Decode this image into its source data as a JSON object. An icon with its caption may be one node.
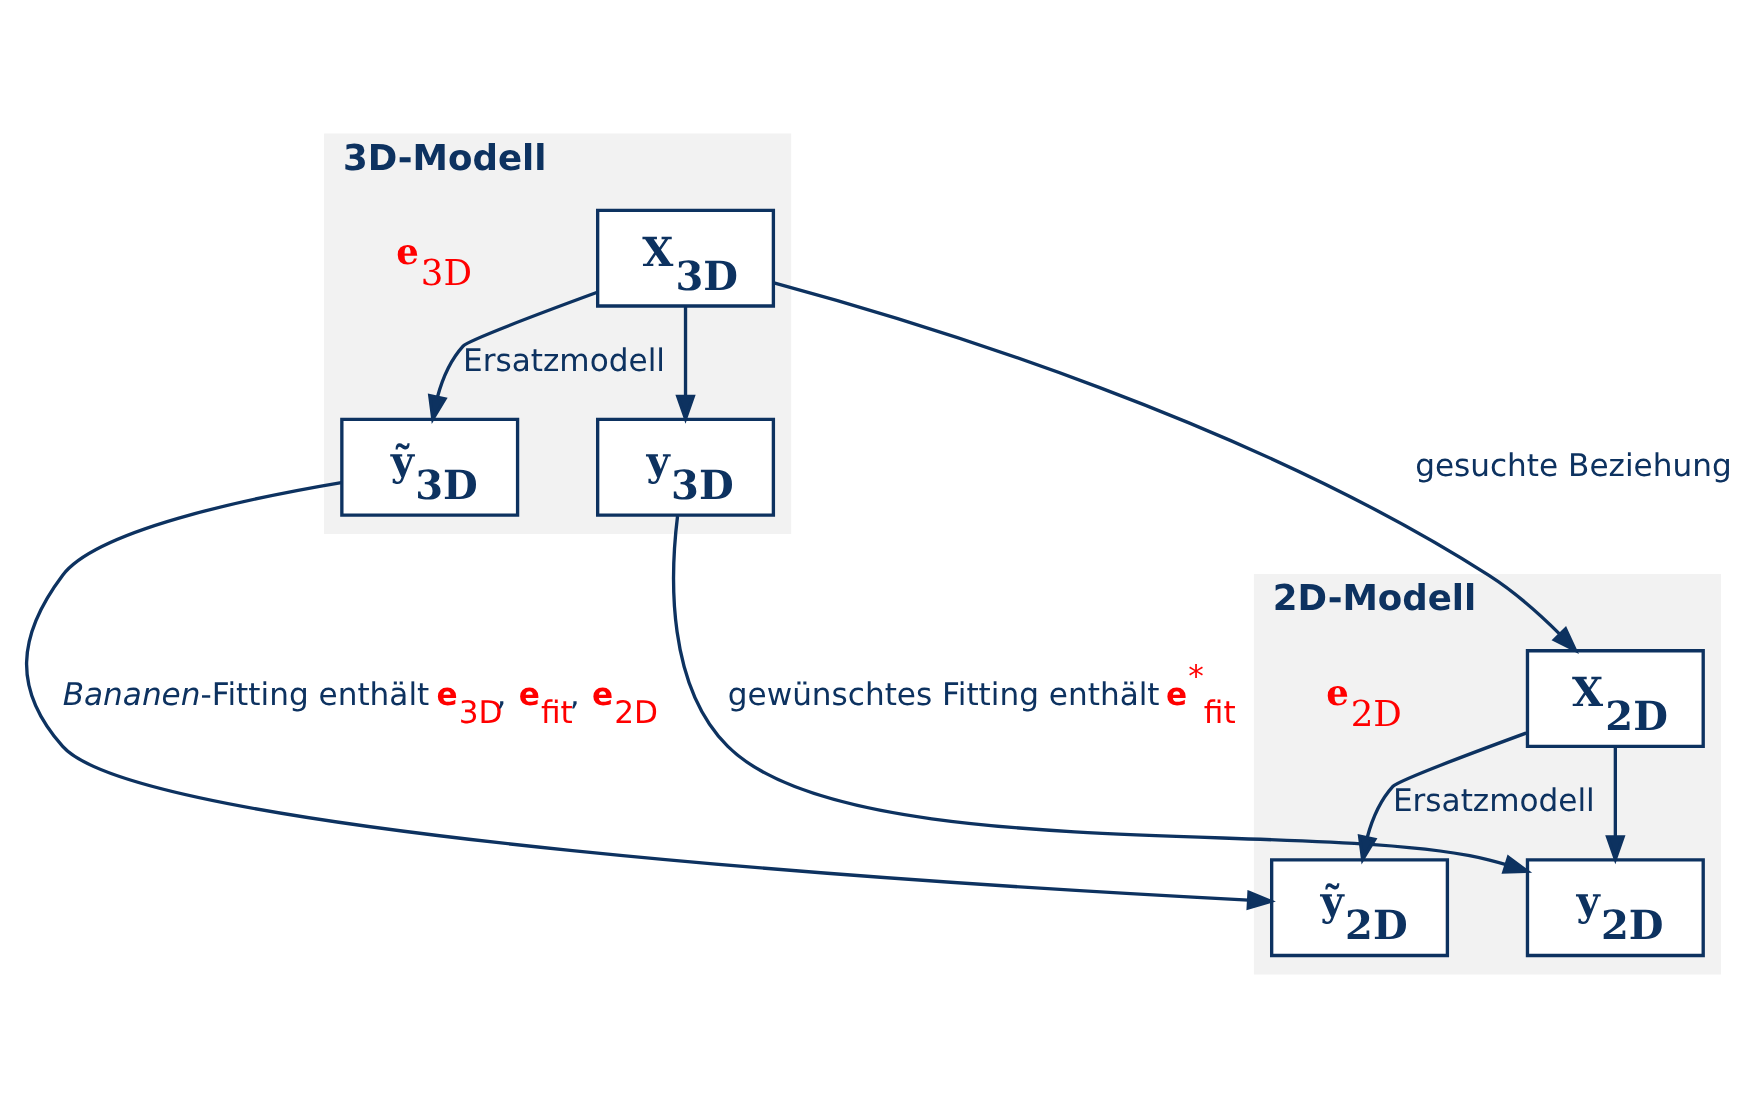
{
  "diagram": {
    "nodes": [
      {
        "text": [
          "3D-Modell"
        ]
      },
      {
        "text": [
          "X$_{3D}$"
        ],
        "in": 0
      },
      {
        "text": [
          "ỹ$_{3D}$"
        ],
        "in": 0
      },
      {
        "text": [
          "y$_{3D}$"
        ],
        "in": 0
      },
      {
        "text": [
          "2D-Modell"
        ]
      },
      {
        "text": [
          "X$_{2D}$"
        ],
        "in": 4
      },
      {
        "text": [
          "y$_{2D}$"
        ],
        "in": 4
      },
      {
        "text": [
          "ỹ$_{2D}$"
        ],
        "in": 4
      }
    ],
    "edges": [
      {
        "from": 1,
        "to": 2,
        "arrow": "to",
        "label": "Ersatzmodell"
      },
      {
        "from": 1,
        "to": 3,
        "arrow": "to"
      },
      {
        "from": 1,
        "to": 5,
        "arrow": "to",
        "label": "gesuchte Beziehung"
      },
      {
        "from": 3,
        "to": 6,
        "arrow": "to",
        "label": "gewünschtes Fitting enthält **e**$^{*}$$_{fit}$"
      },
      {
        "from": 2,
        "to": 7,
        "arrow": "to",
        "label": "*Bananen*-Fitting enthält **e**$_{3D}$, **e**$_{fit}$, **e**$_{2D}$"
      },
      {
        "from": 5,
        "to": 6,
        "arrow": "to"
      },
      {
        "from": 5,
        "to": 7,
        "arrow": "to",
        "label": "Ersatzmodell"
      }
    ],
    "labels": [
      "**e**$_{3D}$",
      "**e**$_{2D}$"
    ]
  }
}
